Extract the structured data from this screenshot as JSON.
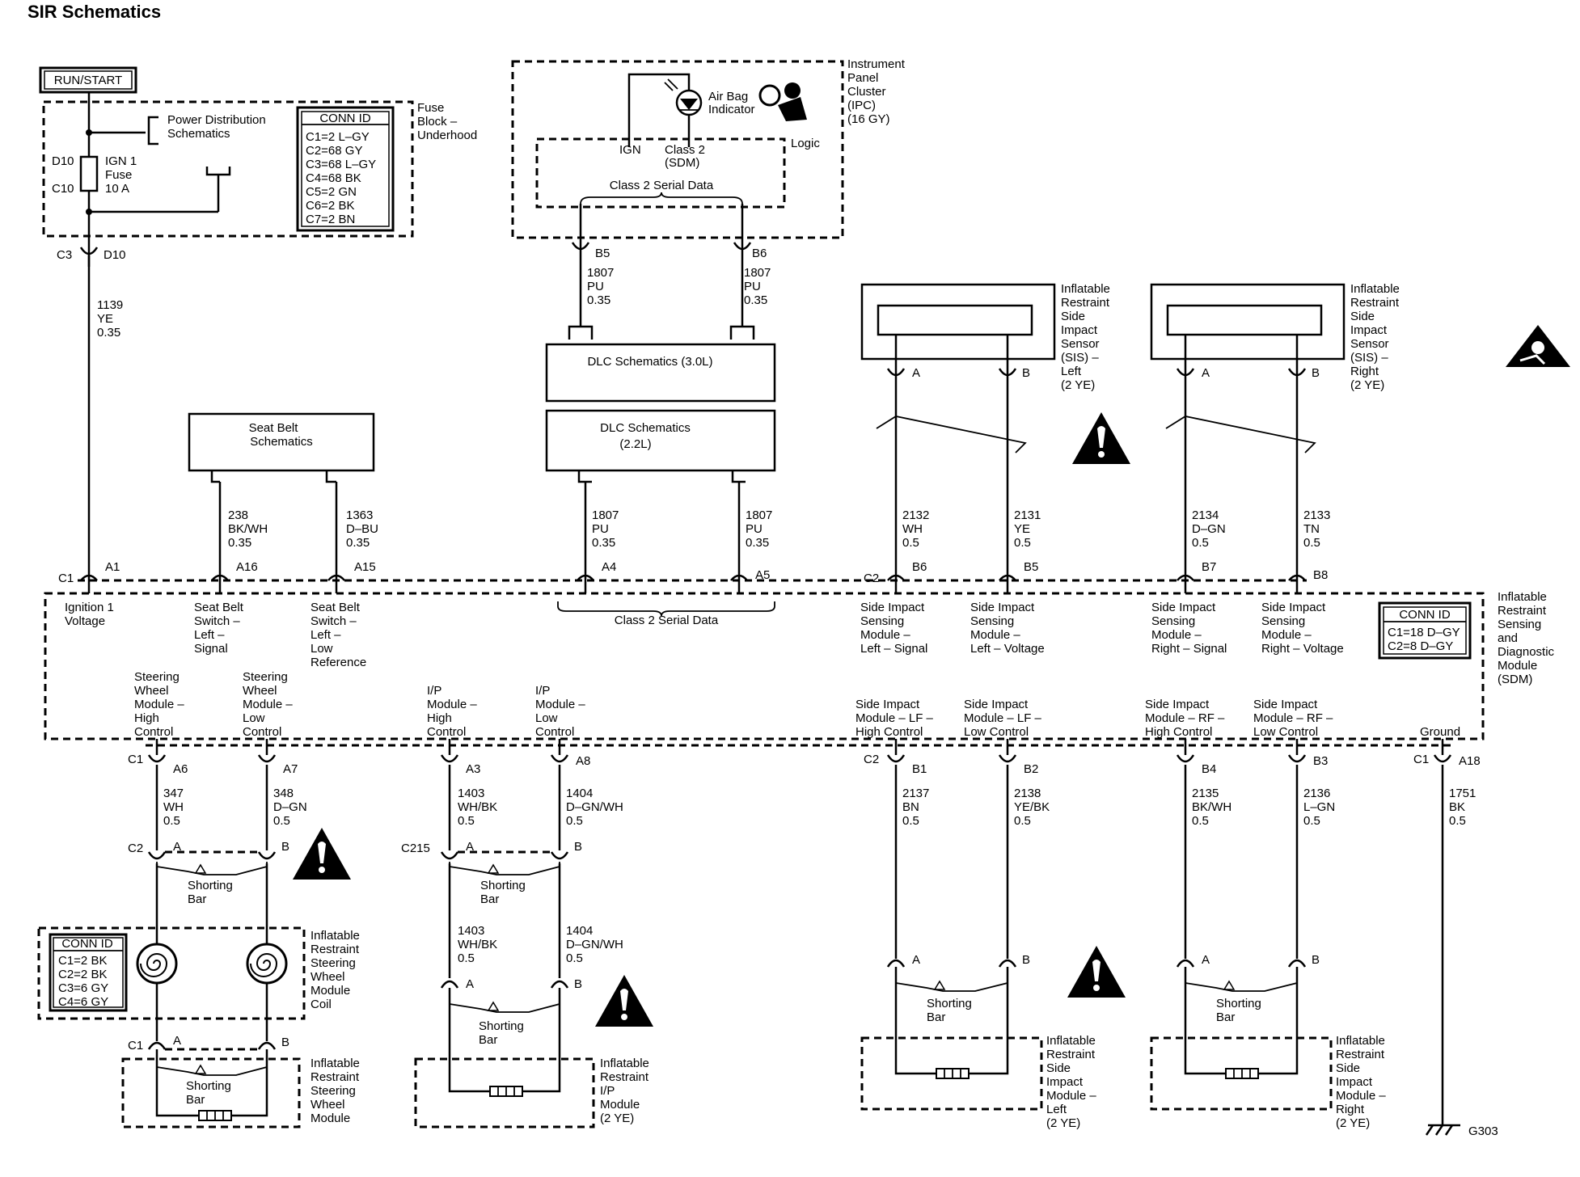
{
  "title": "SIR Schematics",
  "run_start": "RUN/START",
  "fuse_block": {
    "label": [
      "Fuse",
      "Block –",
      "Underhood"
    ],
    "power_dist": [
      "Power Distribution",
      "Schematics"
    ],
    "fuse": [
      "IGN 1",
      "Fuse",
      "10 A"
    ],
    "pin_top": "D10",
    "pin_bottom": "C10",
    "conn_title": "CONN ID",
    "conn_rows": [
      "C1=2 L–GY",
      "C2=68 GY",
      "C3=68 L–GY",
      "C4=68 BK",
      "C5=2 GN",
      "C6=2 BK",
      "C7=2 BN"
    ],
    "out_conn": "C3",
    "out_pin": "D10"
  },
  "ign_wire": [
    "1139",
    "YE",
    "0.35"
  ],
  "ipc": {
    "label": [
      "Instrument",
      "Panel",
      "Cluster",
      "(IPC)",
      "(16 GY)"
    ],
    "indicator": [
      "Air Bag",
      "Indicator"
    ],
    "logic": "Logic",
    "ign": "IGN",
    "class2": [
      "Class 2",
      "(SDM)"
    ],
    "serial": "Class 2 Serial Data",
    "pins": [
      "B5",
      "B6"
    ]
  },
  "dlc_wires_top": [
    [
      "1807",
      "PU",
      "0.35"
    ],
    [
      "1807",
      "PU",
      "0.35"
    ]
  ],
  "dlc30": "DLC Schematics (3.0L)",
  "dlc22": [
    "DLC Schematics",
    "(2.2L)"
  ],
  "dlc_wires_bottom": [
    [
      "1807",
      "PU",
      "0.35"
    ],
    [
      "1807",
      "PU",
      "0.35"
    ]
  ],
  "seatbelt": [
    "Seat Belt",
    "Schematics"
  ],
  "seatbelt_wires": [
    [
      "238",
      "BK/WH",
      "0.35"
    ],
    [
      "1363",
      "D–BU",
      "0.35"
    ]
  ],
  "sis_left": {
    "label": [
      "Inflatable",
      "Restraint",
      "Side",
      "Impact",
      "Sensor",
      "(SIS) –",
      "Left",
      "(2 YE)"
    ],
    "pins": [
      "A",
      "B"
    ],
    "wires": [
      [
        "2132",
        "WH",
        "0.5"
      ],
      [
        "2131",
        "YE",
        "0.5"
      ]
    ]
  },
  "sis_right": {
    "label": [
      "Inflatable",
      "Restraint",
      "Side",
      "Impact",
      "Sensor",
      "(SIS) –",
      "Right",
      "(2 YE)"
    ],
    "pins": [
      "A",
      "B"
    ],
    "wires": [
      [
        "2134",
        "D–GN",
        "0.5"
      ],
      [
        "2133",
        "TN",
        "0.5"
      ]
    ]
  },
  "sdm": {
    "label": [
      "Inflatable",
      "Restraint",
      "Sensing",
      "and",
      "Diagnostic",
      "Module",
      "(SDM)"
    ],
    "conn_title": "CONN ID",
    "conn_rows": [
      "C1=18 D–GY",
      "C2=8 D–GY"
    ],
    "top_pins": [
      "A1",
      "A16",
      "A15",
      "A4",
      "A5",
      "B6",
      "B5",
      "B7",
      "B8"
    ],
    "top_conn": [
      "C1",
      "C2"
    ],
    "top_labels": [
      [
        "Ignition 1",
        "Voltage"
      ],
      [
        "Seat Belt",
        "Switch –",
        "Left –",
        "Signal"
      ],
      [
        "Seat Belt",
        "Switch –",
        "Left –",
        "Low",
        "Reference"
      ],
      [
        "Side Impact",
        "Sensing",
        "Module –",
        "Left – Signal"
      ],
      [
        "Side Impact",
        "Sensing",
        "Module –",
        "Left – Voltage"
      ],
      [
        "Side Impact",
        "Sensing",
        "Module –",
        "Right – Signal"
      ],
      [
        "Side Impact",
        "Sensing",
        "Module –",
        "Right – Voltage"
      ]
    ],
    "class2": "Class 2 Serial Data",
    "bottom_labels": [
      [
        "Steering",
        "Wheel",
        "Module –",
        "High",
        "Control"
      ],
      [
        "Steering",
        "Wheel",
        "Module –",
        "Low",
        "Control"
      ],
      [
        "I/P",
        "Module –",
        "High",
        "Control"
      ],
      [
        "I/P",
        "Module –",
        "Low",
        "Control"
      ],
      [
        "Side Impact",
        "Module – LF –",
        "High Control"
      ],
      [
        "Side Impact",
        "Module – LF –",
        "Low Control"
      ],
      [
        "Side Impact",
        "Module – RF –",
        "High Control"
      ],
      [
        "Side Impact",
        "Module – RF –",
        "Low Control"
      ],
      [
        "Ground"
      ]
    ],
    "bottom_pins": [
      "A6",
      "A7",
      "A3",
      "A8",
      "B1",
      "B2",
      "B4",
      "B3",
      "A18"
    ],
    "bottom_conn": [
      "C1",
      "C2",
      "C1"
    ]
  },
  "bottom_wires": [
    [
      "347",
      "WH",
      "0.5"
    ],
    [
      "348",
      "D–GN",
      "0.5"
    ],
    [
      "1403",
      "WH/BK",
      "0.5"
    ],
    [
      "1404",
      "D–GN/WH",
      "0.5"
    ],
    [
      "2137",
      "BN",
      "0.5"
    ],
    [
      "2138",
      "YE/BK",
      "0.5"
    ],
    [
      "2135",
      "BK/WH",
      "0.5"
    ],
    [
      "2136",
      "L–GN",
      "0.5"
    ],
    [
      "1751",
      "BK",
      "0.5"
    ]
  ],
  "steering": {
    "c2": "C2",
    "c1": "C1",
    "pins": [
      "A",
      "B"
    ],
    "shorting": [
      "Shorting",
      "Bar"
    ],
    "coil_label": [
      "Inflatable",
      "Restraint",
      "Steering",
      "Wheel",
      "Module",
      "Coil"
    ],
    "conn_title": "CONN ID",
    "conn_rows": [
      "C1=2 BK",
      "C2=2 BK",
      "C3=6 GY",
      "C4=6 GY"
    ],
    "module_label": [
      "Inflatable",
      "Restraint",
      "Steering",
      "Wheel",
      "Module"
    ]
  },
  "ip": {
    "c215": "C215",
    "pins": [
      "A",
      "B"
    ],
    "shorting": [
      "Shorting",
      "Bar"
    ],
    "wires": [
      [
        "1403",
        "WH/BK",
        "0.5"
      ],
      [
        "1404",
        "D–GN/WH",
        "0.5"
      ]
    ],
    "label": [
      "Inflatable",
      "Restraint",
      "I/P",
      "Module",
      "(2 YE)"
    ]
  },
  "sim_left": {
    "pins": [
      "A",
      "B"
    ],
    "shorting": [
      "Shorting",
      "Bar"
    ],
    "label": [
      "Inflatable",
      "Restraint",
      "Side",
      "Impact",
      "Module –",
      "Left",
      "(2 YE)"
    ]
  },
  "sim_right": {
    "pins": [
      "A",
      "B"
    ],
    "shorting": [
      "Shorting",
      "Bar"
    ],
    "label": [
      "Inflatable",
      "Restraint",
      "Side",
      "Impact",
      "Module –",
      "Right",
      "(2 YE)"
    ]
  },
  "ground": "G303"
}
